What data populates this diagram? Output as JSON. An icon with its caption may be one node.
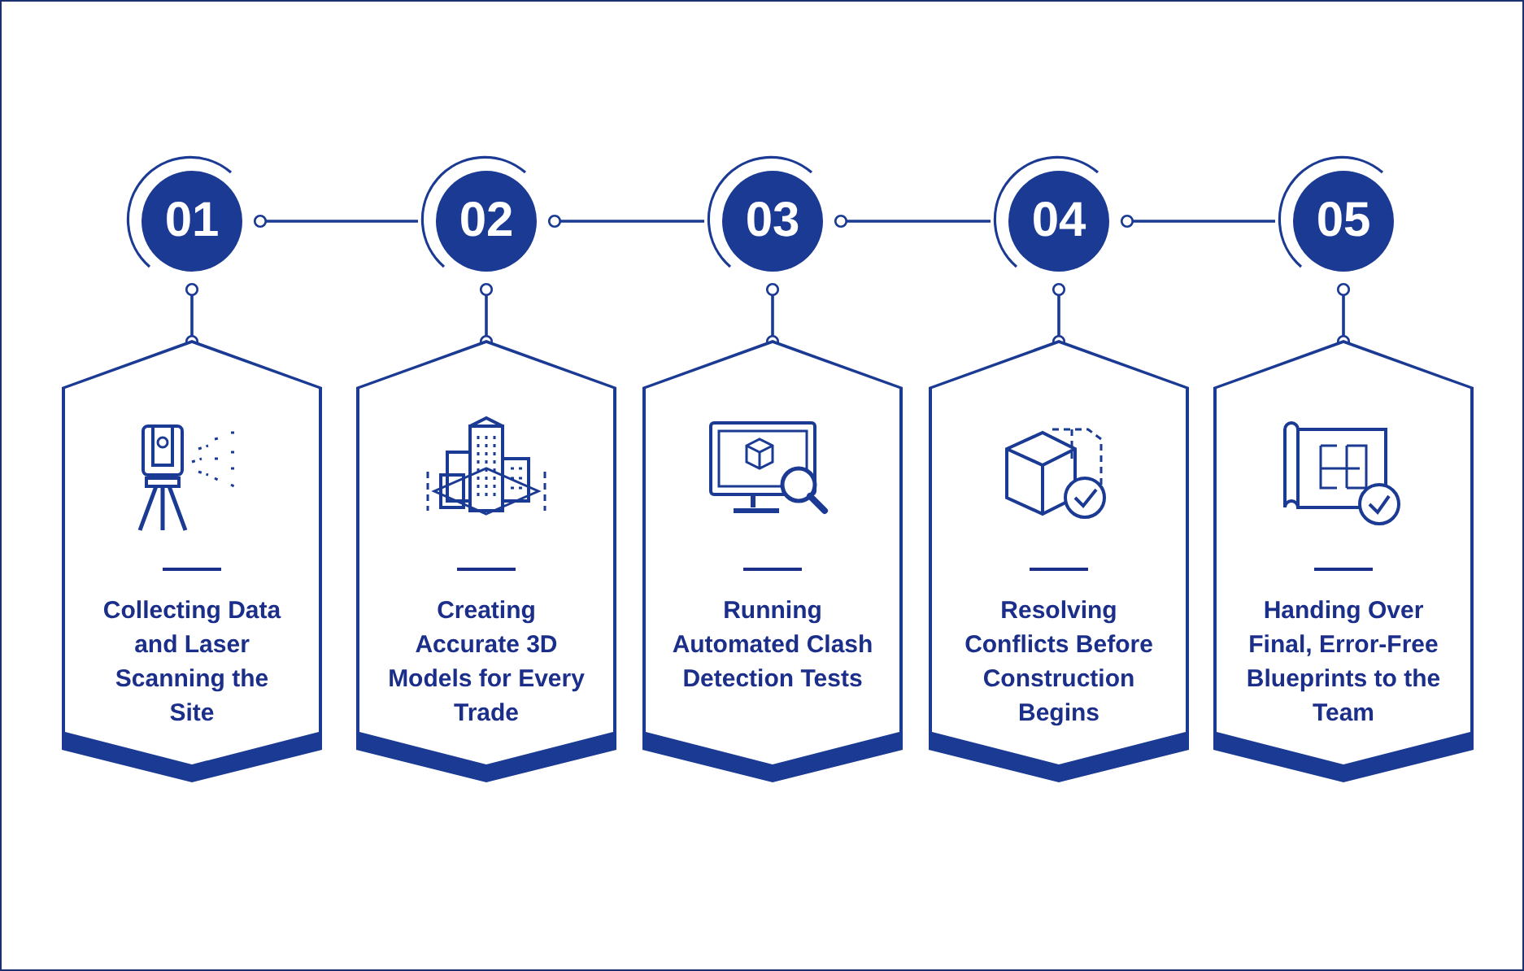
{
  "diagram": {
    "nodes": [
      {
        "text": [
          "01"
        ]
      },
      {
        "text": [
          "02"
        ]
      },
      {
        "text": [
          "03"
        ]
      },
      {
        "text": [
          "04"
        ]
      },
      {
        "text": [
          "05"
        ]
      },
      {
        "text": [
          "Collecting Data and Laser Scanning the Site"
        ]
      },
      {
        "text": [
          "Creating Accurate 3D Models for Every Trade"
        ]
      },
      {
        "text": [
          "Running Automated Clash Detection Tests"
        ]
      },
      {
        "text": [
          "Resolving Conflicts Before Construction Begins"
        ]
      },
      {
        "text": [
          "Handing Over Final, Error-Free Blueprints to the Team"
        ]
      }
    ],
    "edges": [
      {
        "from": 0,
        "to": 1,
        "arrow": "other"
      },
      {
        "from": 1,
        "to": 2,
        "arrow": "other"
      },
      {
        "from": 2,
        "to": 3,
        "arrow": "other"
      },
      {
        "from": 3,
        "to": 4,
        "arrow": "other"
      },
      {
        "from": 0,
        "to": 5,
        "arrow": "other"
      },
      {
        "from": 1,
        "to": 6,
        "arrow": "other"
      },
      {
        "from": 2,
        "to": 7,
        "arrow": "other"
      },
      {
        "from": 3,
        "to": 8,
        "arrow": "other"
      },
      {
        "from": 4,
        "to": 9,
        "arrow": "other"
      }
    ]
  }
}
